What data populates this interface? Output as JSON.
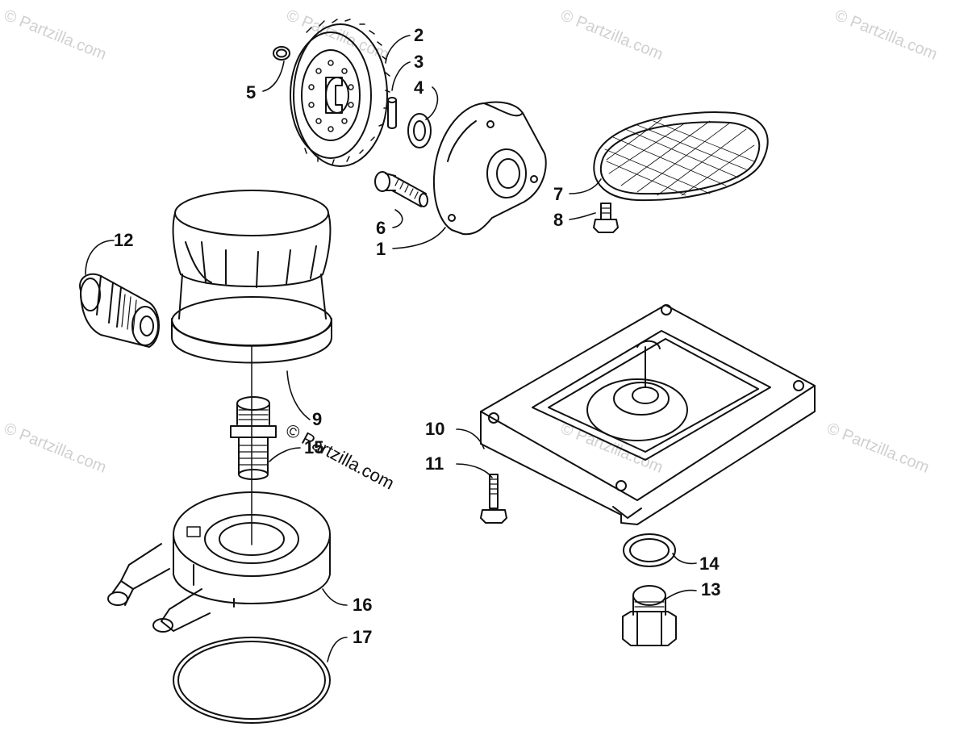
{
  "watermark": "© Partzilla.com",
  "copyright": "© Partzilla.com",
  "callouts": {
    "c1": "1",
    "c2": "2",
    "c3": "3",
    "c4": "4",
    "c5": "5",
    "c6": "6",
    "c7": "7",
    "c8": "8",
    "c9": "9",
    "c10": "10",
    "c11": "11",
    "c12": "12",
    "c13": "13",
    "c14": "14",
    "c15": "15",
    "c16": "16",
    "c17": "17"
  },
  "colors": {
    "ink": "#111111",
    "watermark": "#d0d0d0",
    "background": "#ffffff"
  }
}
